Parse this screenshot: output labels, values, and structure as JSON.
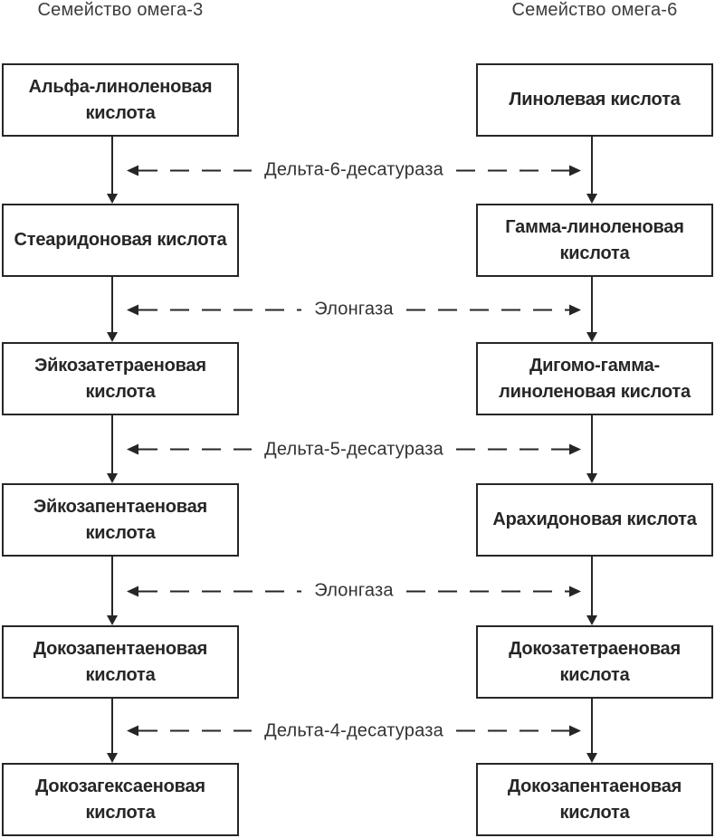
{
  "page": {
    "background": "#ffffff",
    "ink": "#262626"
  },
  "diagram": {
    "left_column_title": "Семейство омега-3",
    "right_column_title": "Семейство омега-6",
    "rows": [
      {
        "left": "Альфа-линоленовая кислота",
        "right": "Линолевая кислота"
      },
      {
        "left": "Стеаридоновая кислота",
        "right": "Гамма-линоленовая кислота"
      },
      {
        "left": "Эйкозатетраеновая кислота",
        "right": "Дигомо-гамма-линоленовая кислота"
      },
      {
        "left": "Эйкозапентаеновая кислота",
        "right": "Арахидоновая кислота"
      },
      {
        "left": "Докозапентаеновая кислота",
        "right": "Докозатетраеновая кислота"
      },
      {
        "left": "Докозагексаеновая кислота",
        "right": "Докозапентаеновая кислота"
      }
    ],
    "enzymes": [
      "Дельта-6-десатураза",
      "Элонгаза",
      "Дельта-5-десатураза",
      "Элонгаза",
      "Дельта-4-десатураза"
    ]
  }
}
